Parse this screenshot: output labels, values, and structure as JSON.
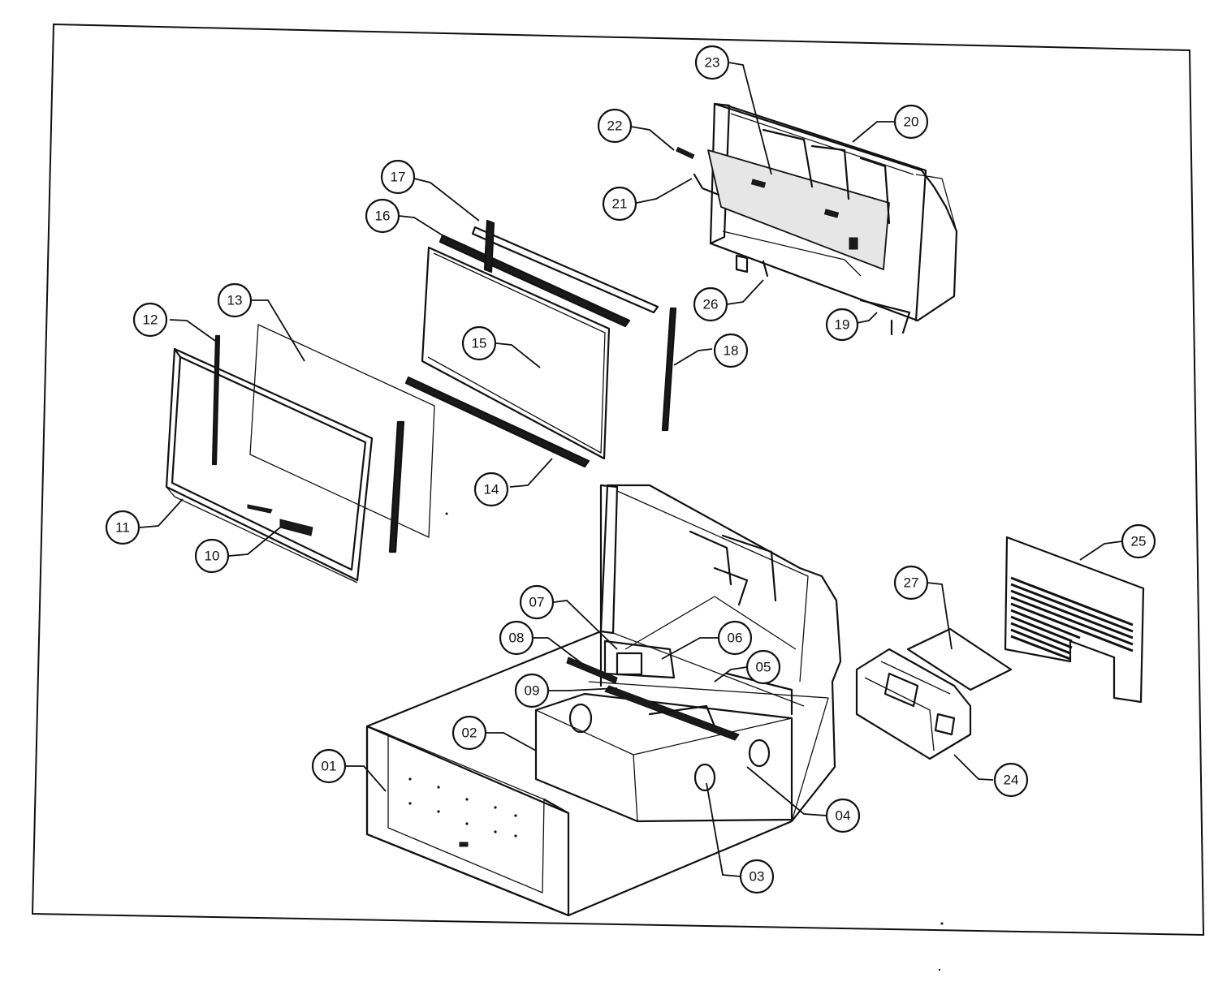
{
  "diagram": {
    "callouts": [
      {
        "id": "01",
        "label": "01"
      },
      {
        "id": "02",
        "label": "02"
      },
      {
        "id": "03",
        "label": "03"
      },
      {
        "id": "04",
        "label": "04"
      },
      {
        "id": "05",
        "label": "05"
      },
      {
        "id": "06",
        "label": "06"
      },
      {
        "id": "07",
        "label": "07"
      },
      {
        "id": "08",
        "label": "08"
      },
      {
        "id": "09",
        "label": "09"
      },
      {
        "id": "10",
        "label": "10"
      },
      {
        "id": "11",
        "label": "11"
      },
      {
        "id": "12",
        "label": "12"
      },
      {
        "id": "13",
        "label": "13"
      },
      {
        "id": "14",
        "label": "14"
      },
      {
        "id": "15",
        "label": "15"
      },
      {
        "id": "16",
        "label": "16"
      },
      {
        "id": "17",
        "label": "17"
      },
      {
        "id": "18",
        "label": "18"
      },
      {
        "id": "19",
        "label": "19"
      },
      {
        "id": "20",
        "label": "20"
      },
      {
        "id": "21",
        "label": "21"
      },
      {
        "id": "22",
        "label": "22"
      },
      {
        "id": "23",
        "label": "23"
      },
      {
        "id": "24",
        "label": "24"
      },
      {
        "id": "25",
        "label": "25"
      },
      {
        "id": "26",
        "label": "26"
      },
      {
        "id": "27",
        "label": "27"
      }
    ]
  }
}
